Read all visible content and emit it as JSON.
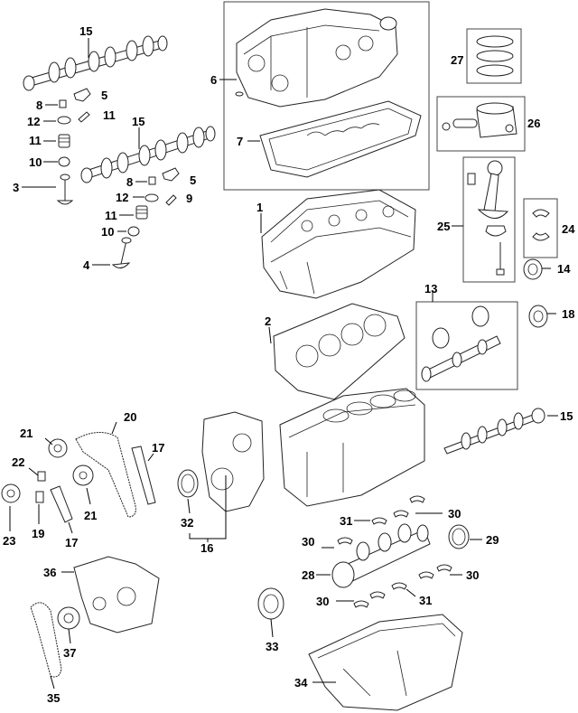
{
  "callouts": [
    {
      "id": "c15a",
      "text": "15"
    },
    {
      "id": "c8a",
      "text": "8"
    },
    {
      "id": "c5a",
      "text": "5"
    },
    {
      "id": "c12a",
      "text": "12"
    },
    {
      "id": "c11a",
      "text": "11"
    },
    {
      "id": "c11b",
      "text": "11"
    },
    {
      "id": "c10a",
      "text": "10"
    },
    {
      "id": "c3",
      "text": "3"
    },
    {
      "id": "c15b",
      "text": "15"
    },
    {
      "id": "c8b",
      "text": "8"
    },
    {
      "id": "c5b",
      "text": "5"
    },
    {
      "id": "c12b",
      "text": "12"
    },
    {
      "id": "c9",
      "text": "9"
    },
    {
      "id": "c11c",
      "text": "11"
    },
    {
      "id": "c10b",
      "text": "10"
    },
    {
      "id": "c4",
      "text": "4"
    },
    {
      "id": "c6",
      "text": "6"
    },
    {
      "id": "c7",
      "text": "7"
    },
    {
      "id": "c27",
      "text": "27"
    },
    {
      "id": "c26",
      "text": "26"
    },
    {
      "id": "c25",
      "text": "25"
    },
    {
      "id": "c24",
      "text": "24"
    },
    {
      "id": "c14",
      "text": "14"
    },
    {
      "id": "c18",
      "text": "18"
    },
    {
      "id": "c13",
      "text": "13"
    },
    {
      "id": "c1",
      "text": "1"
    },
    {
      "id": "c2",
      "text": "2"
    },
    {
      "id": "c15c",
      "text": "15"
    },
    {
      "id": "c20",
      "text": "20"
    },
    {
      "id": "c21a",
      "text": "21"
    },
    {
      "id": "c17a",
      "text": "17"
    },
    {
      "id": "c22",
      "text": "22"
    },
    {
      "id": "c21b",
      "text": "21"
    },
    {
      "id": "c23",
      "text": "23"
    },
    {
      "id": "c19",
      "text": "19"
    },
    {
      "id": "c17b",
      "text": "17"
    },
    {
      "id": "c32",
      "text": "32"
    },
    {
      "id": "c16",
      "text": "16"
    },
    {
      "id": "c30a",
      "text": "30"
    },
    {
      "id": "c31a",
      "text": "31"
    },
    {
      "id": "c30b",
      "text": "30"
    },
    {
      "id": "c29",
      "text": "29"
    },
    {
      "id": "c28",
      "text": "28"
    },
    {
      "id": "c30c",
      "text": "30"
    },
    {
      "id": "c30d",
      "text": "30"
    },
    {
      "id": "c31b",
      "text": "31"
    },
    {
      "id": "c36",
      "text": "36"
    },
    {
      "id": "c37",
      "text": "37"
    },
    {
      "id": "c35",
      "text": "35"
    },
    {
      "id": "c33",
      "text": "33"
    },
    {
      "id": "c34",
      "text": "34"
    }
  ]
}
